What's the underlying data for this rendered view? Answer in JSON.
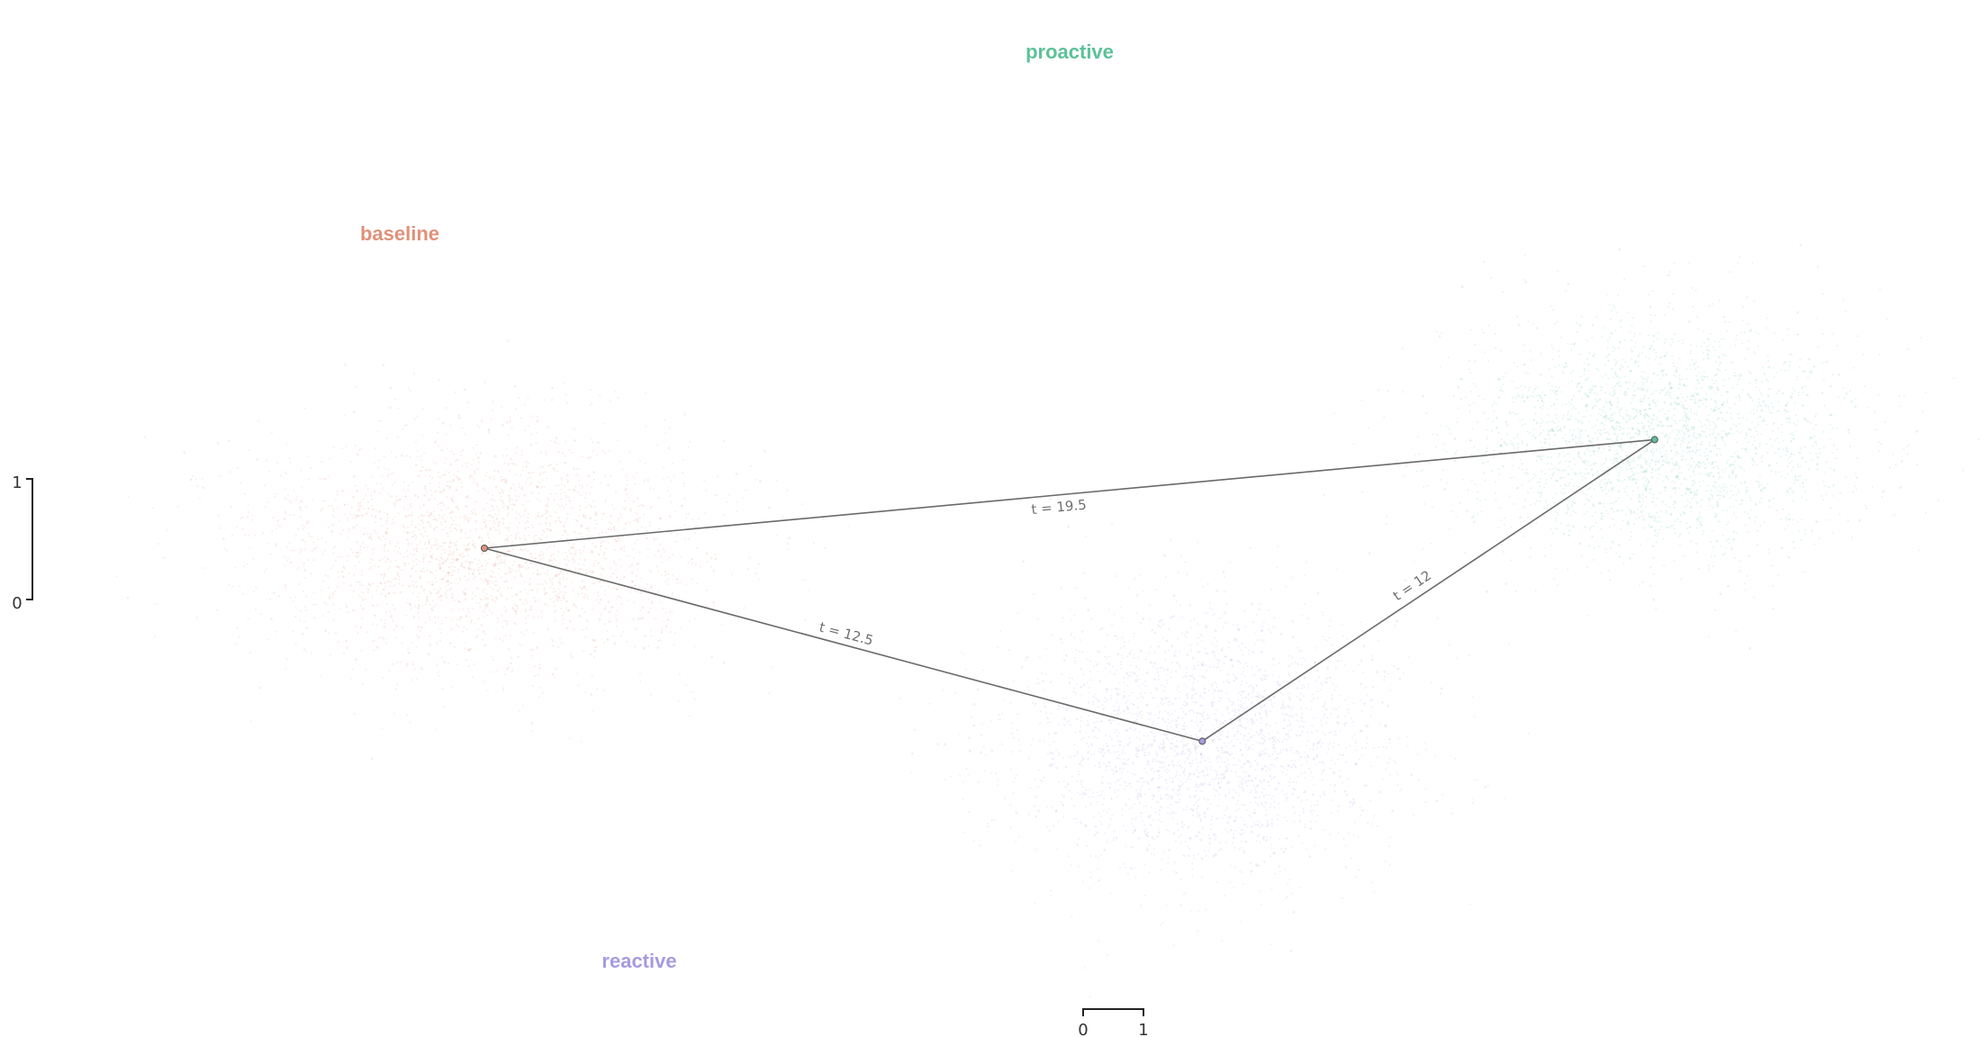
{
  "chart_data": {
    "type": "scatter",
    "title": "",
    "xlabel": "",
    "ylabel": "",
    "grid": false,
    "groups": [
      {
        "name": "baseline",
        "color": "#e0917a",
        "center": [
          0,
          0
        ],
        "spread": [
          1.9,
          1.0
        ]
      },
      {
        "name": "proactive",
        "color": "#5cc199",
        "center": [
          19.4,
          1.8
        ],
        "spread": [
          1.6,
          1.0
        ]
      },
      {
        "name": "reactive",
        "color": "#a79be0",
        "center": [
          11.9,
          -3.2
        ],
        "spread": [
          1.6,
          1.1
        ]
      }
    ],
    "edges": [
      {
        "from": "baseline",
        "to": "proactive",
        "label": "t = 19.5"
      },
      {
        "from": "baseline",
        "to": "reactive",
        "label": "t = 12.5"
      },
      {
        "from": "reactive",
        "to": "proactive",
        "label": "t = 12"
      }
    ],
    "scale_bars": {
      "x": {
        "ticks": [
          "0",
          "1"
        ]
      },
      "y": {
        "ticks": [
          "0",
          "1"
        ]
      }
    }
  }
}
